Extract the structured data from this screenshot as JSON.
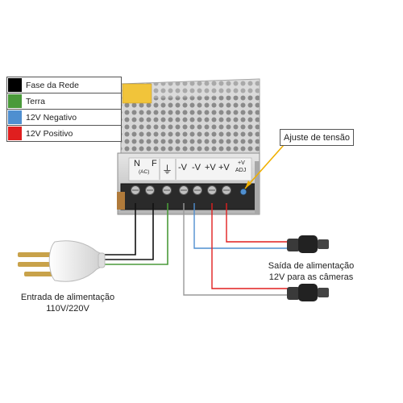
{
  "legend": [
    {
      "label": "Fase da Rede",
      "color": "#000000"
    },
    {
      "label": "Terra",
      "color": "#4a9a3a"
    },
    {
      "label": "12V Negativo",
      "color": "#4f8fd0"
    },
    {
      "label": "12V Positivo",
      "color": "#e01f1f"
    }
  ],
  "callout": {
    "label": "Ajuste de tensão"
  },
  "terminals": {
    "n": "N",
    "f": "F",
    "ac": "(AC)",
    "ground_symbol": "⏚",
    "neg1": "-V",
    "neg2": "-V",
    "pos1": "+V",
    "pos2": "+V",
    "adj_top": "+V",
    "adj_bottom": "ADJ"
  },
  "output_label": {
    "line1": "Saída de alimentação",
    "line2": "12V para as câmeras"
  },
  "input_label": {
    "line1": "Entrada de alimentação",
    "line2": "110V/220V"
  },
  "colors": {
    "black_wire": "#111111",
    "ground_wire": "#4a9a3a",
    "negative_wire": "#4f8fd0",
    "positive_wire": "#e01f1f",
    "wire_gray": "#9a9a9a",
    "casing": "#c9c9c9",
    "terminal_block": "#2a2a2a",
    "plug_white": "#eeeeee",
    "pin_brass": "#c8a24a"
  }
}
